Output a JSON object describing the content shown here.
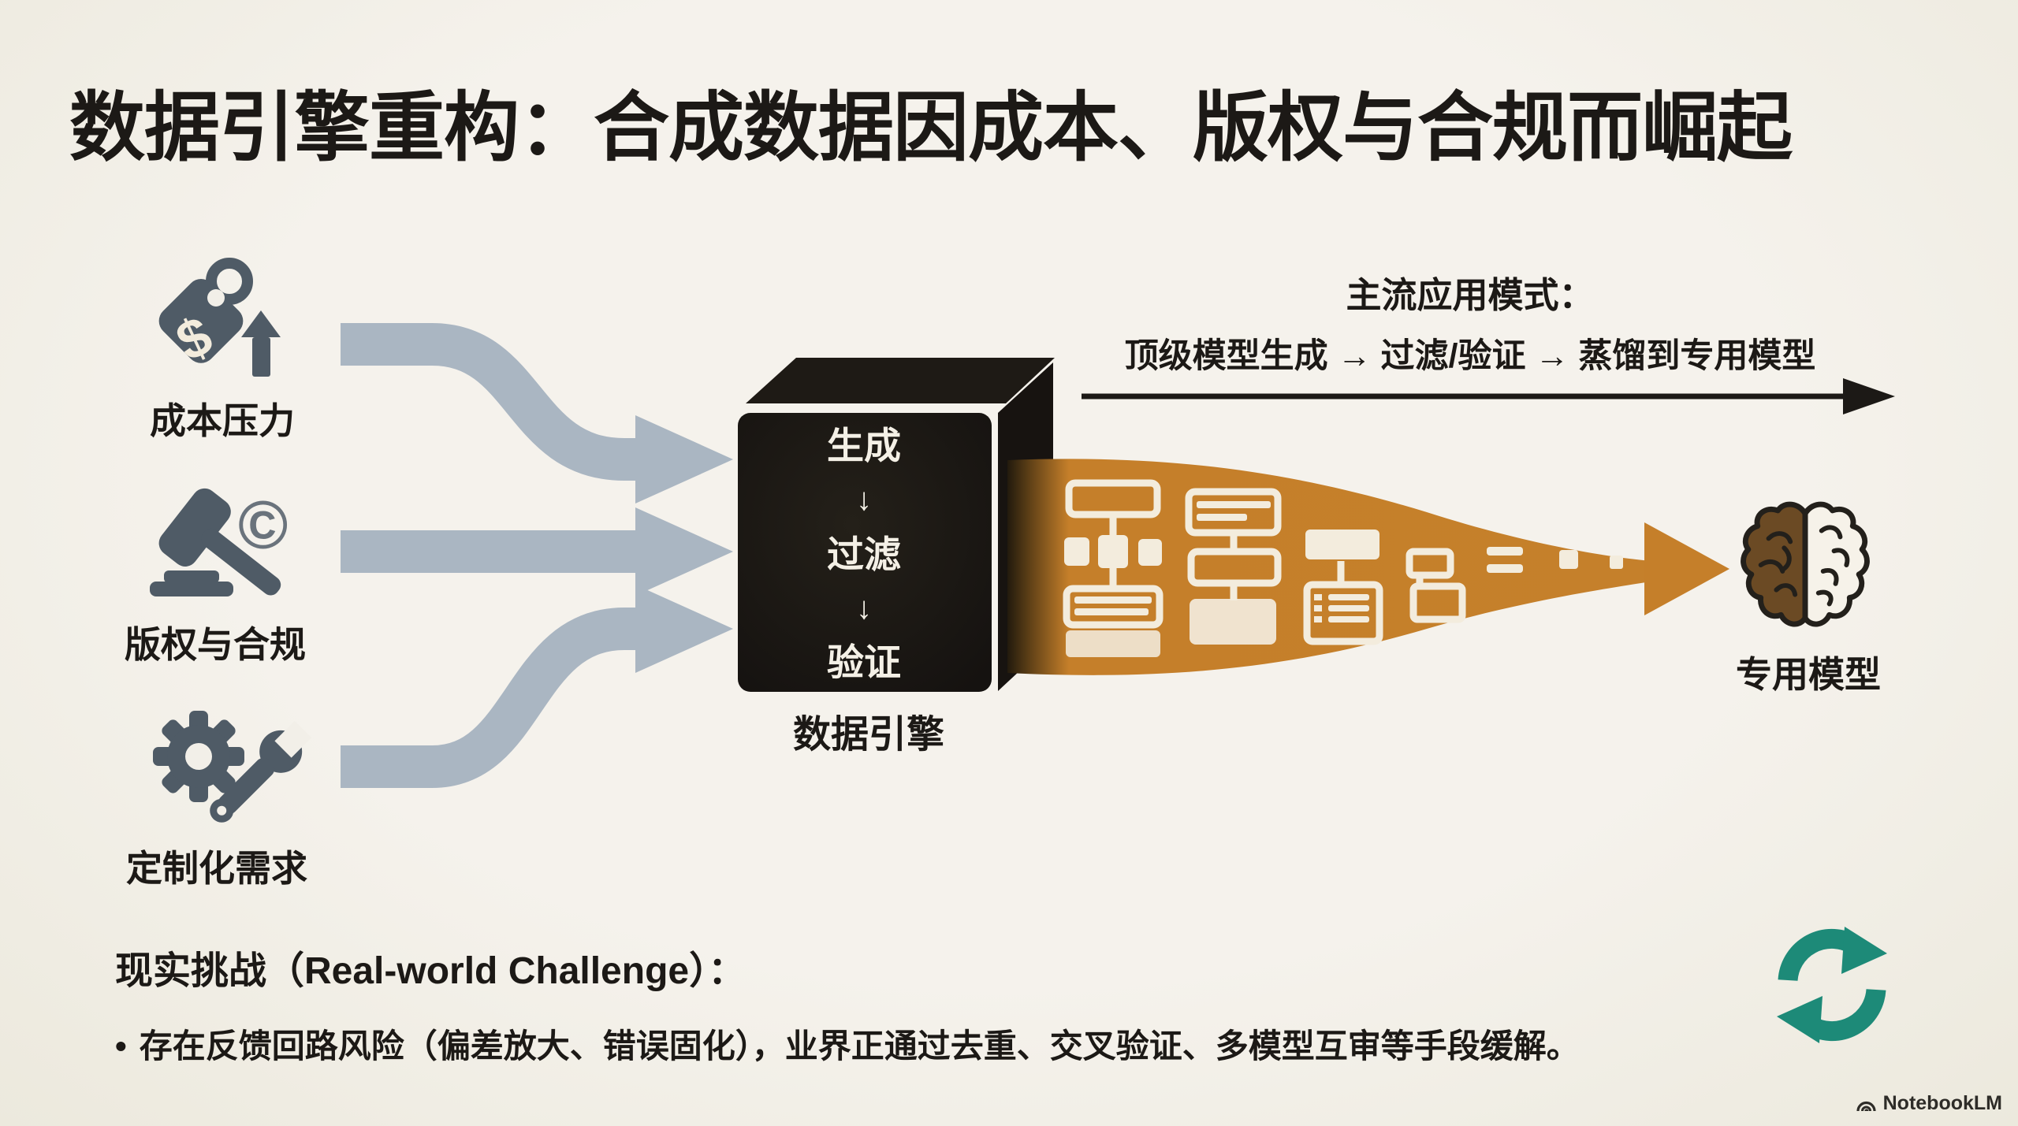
{
  "title": "数据引擎重构：合成数据因成本、版权与合规而崛起",
  "inputs": [
    {
      "label": "成本压力",
      "icon": "price-tag-up-icon",
      "icon_glyph": "$"
    },
    {
      "label": "版权与合规",
      "icon": "gavel-copyright-icon",
      "icon_glyph": "©"
    },
    {
      "label": "定制化需求",
      "icon": "gear-wrench-icon"
    }
  ],
  "engine": {
    "label": "数据引擎",
    "steps": [
      "生成",
      "过滤",
      "验证"
    ],
    "flow_arrow": "↓"
  },
  "pattern": {
    "heading": "主流应用模式：",
    "flow": "顶级模型生成 → 过滤/验证 → 蒸馏到专用模型"
  },
  "output": {
    "label": "专用模型"
  },
  "challenge": {
    "heading": "现实挑战（Real-world Challenge）：",
    "bullet_marker": "•",
    "bullet": "存在反馈回路风险（偏差放大、错误固化），业界正通过去重、交叉验证、多模型互审等手段缓解。"
  },
  "footer": {
    "brand": "NotebookLM"
  },
  "colors": {
    "bg": "#f2efe8",
    "ink": "#1c1916",
    "icon": "#4f5b66",
    "arrow": "#aab6c2",
    "orange": "#c57f2a",
    "cream": "#f3ecdd",
    "teal": "#1d8a78",
    "brown": "#6b4a24"
  }
}
